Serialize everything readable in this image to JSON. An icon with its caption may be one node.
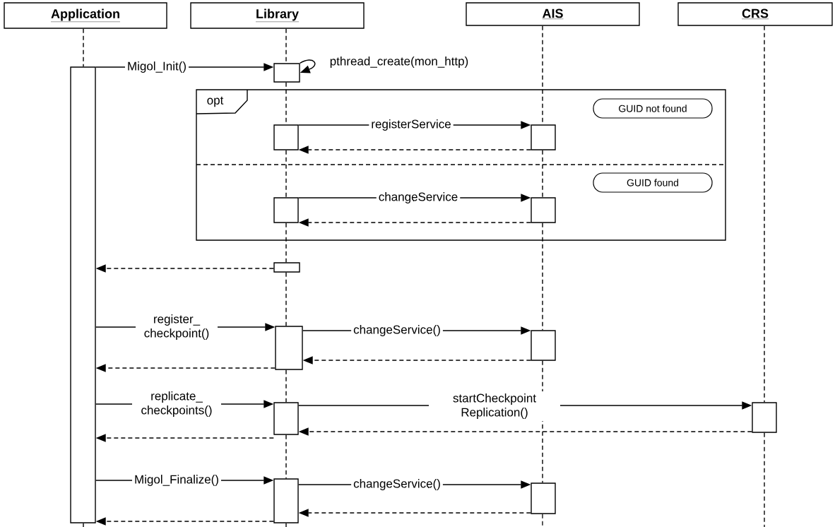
{
  "diagram": {
    "nodes": [
      {
        "text": [
          "Application"
        ]
      },
      {
        "text": [
          "Library"
        ]
      },
      {
        "text": [
          "AIS"
        ]
      },
      {
        "text": [
          "CRS"
        ]
      },
      {
        "text": [],
        "shape": "bar"
      },
      {
        "text": [],
        "shape": "bar"
      },
      {
        "text": [
          "opt"
        ]
      },
      {
        "text": [
          "GUID not found"
        ],
        "in": 6
      },
      {
        "text": [],
        "shape": "bar",
        "in": 6
      },
      {
        "text": [],
        "shape": "bar",
        "in": 6
      },
      {
        "text": [
          "GUID found"
        ],
        "in": 6
      },
      {
        "text": [],
        "shape": "bar",
        "in": 6
      },
      {
        "text": [],
        "shape": "bar",
        "in": 6
      },
      {
        "text": [],
        "shape": "bar"
      },
      {
        "text": [],
        "shape": "bar"
      },
      {
        "text": [],
        "shape": "bar"
      },
      {
        "text": [],
        "shape": "bar"
      },
      {
        "text": [],
        "shape": "bar"
      },
      {
        "text": [],
        "shape": "bar"
      },
      {
        "text": [],
        "shape": "bar"
      }
    ],
    "edges": [
      {
        "from": 4,
        "to": 5,
        "arrow": "to",
        "label": "Migol_Init()"
      },
      {
        "from": 5,
        "to": 5,
        "arrow": "to",
        "label": "pthread_create(mon_http)"
      },
      {
        "from": 8,
        "to": 9,
        "arrow": "to",
        "label": "registerService"
      },
      {
        "from": 9,
        "to": 8,
        "arrow": "to",
        "style": "dashed"
      },
      {
        "from": 11,
        "to": 12,
        "arrow": "to",
        "label": "changeService"
      },
      {
        "from": 12,
        "to": 11,
        "arrow": "to",
        "style": "dashed"
      },
      {
        "from": 13,
        "to": 4,
        "arrow": "to",
        "style": "dashed"
      },
      {
        "from": 4,
        "to": 14,
        "arrow": "to",
        "label": "register_ checkpoint()"
      },
      {
        "from": 14,
        "to": 15,
        "arrow": "to",
        "label": "changeService()"
      },
      {
        "from": 15,
        "to": 14,
        "arrow": "to",
        "style": "dashed"
      },
      {
        "from": 14,
        "to": 4,
        "arrow": "to",
        "style": "dashed"
      },
      {
        "from": 4,
        "to": 16,
        "arrow": "to",
        "label": "replicate_ checkpoints()"
      },
      {
        "from": 16,
        "to": 17,
        "arrow": "to",
        "label": "startCheckpoint Replication()"
      },
      {
        "from": 17,
        "to": 16,
        "arrow": "to",
        "style": "dashed"
      },
      {
        "from": 16,
        "to": 4,
        "arrow": "to",
        "style": "dashed"
      },
      {
        "from": 4,
        "to": 18,
        "arrow": "to",
        "label": "Migol_Finalize()"
      },
      {
        "from": 18,
        "to": 19,
        "arrow": "to",
        "label": "changeService()"
      },
      {
        "from": 19,
        "to": 18,
        "arrow": "to",
        "style": "dashed"
      },
      {
        "from": 18,
        "to": 4,
        "arrow": "to",
        "style": "dashed"
      },
      {
        "from": 0,
        "to": 4,
        "arrow": "none",
        "style": "dashed"
      },
      {
        "from": 1,
        "to": 5,
        "arrow": "none",
        "style": "dashed"
      },
      {
        "from": 5,
        "to": 8,
        "arrow": "none",
        "style": "dashed"
      },
      {
        "from": 8,
        "to": 11,
        "arrow": "none",
        "style": "dashed"
      },
      {
        "from": 11,
        "to": 13,
        "arrow": "none",
        "style": "dashed"
      },
      {
        "from": 13,
        "to": 14,
        "arrow": "none",
        "style": "dashed"
      },
      {
        "from": 14,
        "to": 16,
        "arrow": "none",
        "style": "dashed"
      },
      {
        "from": 16,
        "to": 18,
        "arrow": "none",
        "style": "dashed"
      },
      {
        "from": 2,
        "to": 9,
        "arrow": "none",
        "style": "dashed"
      },
      {
        "from": 9,
        "to": 12,
        "arrow": "none",
        "style": "dashed"
      },
      {
        "from": 12,
        "to": 15,
        "arrow": "none",
        "style": "dashed"
      },
      {
        "from": 15,
        "to": 19,
        "arrow": "none",
        "style": "dashed"
      },
      {
        "from": 3,
        "to": 17,
        "arrow": "none",
        "style": "dashed"
      }
    ]
  }
}
